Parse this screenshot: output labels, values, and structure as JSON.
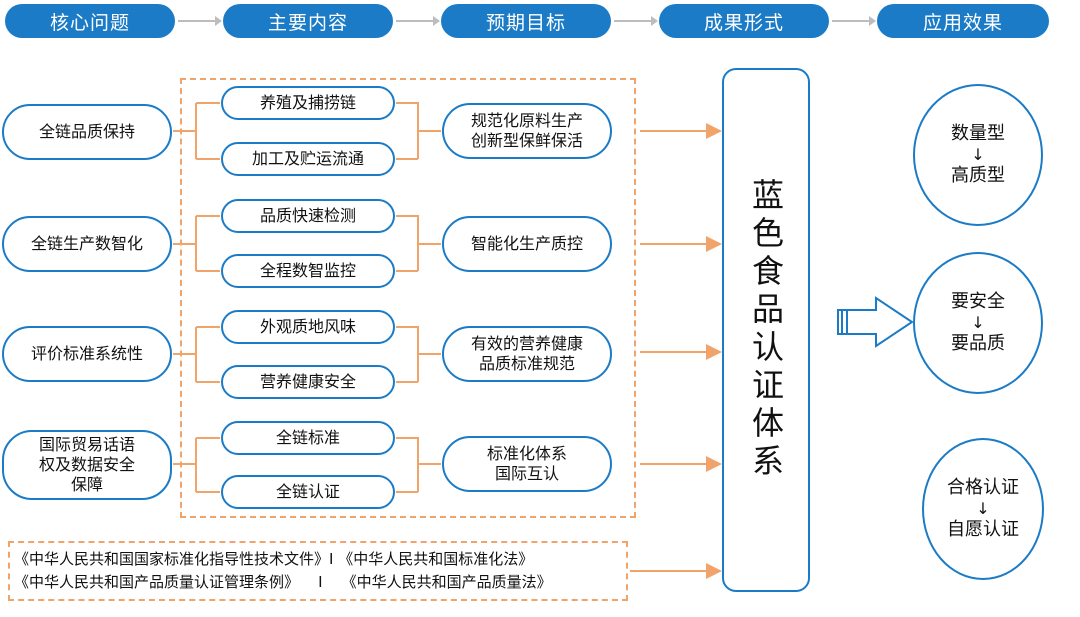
{
  "headers": [
    "核心问题",
    "主要内容",
    "预期目标",
    "成果形式",
    "应用效果"
  ],
  "problems": [
    "全链品质保持",
    "全链生产数智化",
    "评价标准系统性",
    "国际贸易话语\n权及数据安全\n保障"
  ],
  "contents": [
    [
      "养殖及捕捞链",
      "加工及贮运流通"
    ],
    [
      "品质快速检测",
      "全程数智监控"
    ],
    [
      "外观质地风味",
      "营养健康安全"
    ],
    [
      "全链标准",
      "全链认证"
    ]
  ],
  "goals": [
    "规范化原料生产\n创新型保鲜保活",
    "智能化生产质控",
    "有效的营养健康\n品质标准规范",
    "标准化体系\n国际互认"
  ],
  "result": "蓝色食品认证体系",
  "effects": [
    {
      "from": "数量型",
      "arrow": "↓",
      "to": "高质型"
    },
    {
      "from": "要安全",
      "arrow": "↓",
      "to": "要品质"
    },
    {
      "from": "合格认证",
      "arrow": "↓",
      "to": "自愿认证"
    }
  ],
  "policies": {
    "line1": "《中华人民共和国国家标准化指导性技术文件》I 《中华人民共和国标准化法》",
    "line2": "《中华人民共和国产品质量认证管理条例》    I    《中华人民共和国产品质量法》"
  },
  "colors": {
    "blue": "#1b7bc6",
    "orange": "#f0a46a",
    "gray": "#bdbdbd"
  }
}
